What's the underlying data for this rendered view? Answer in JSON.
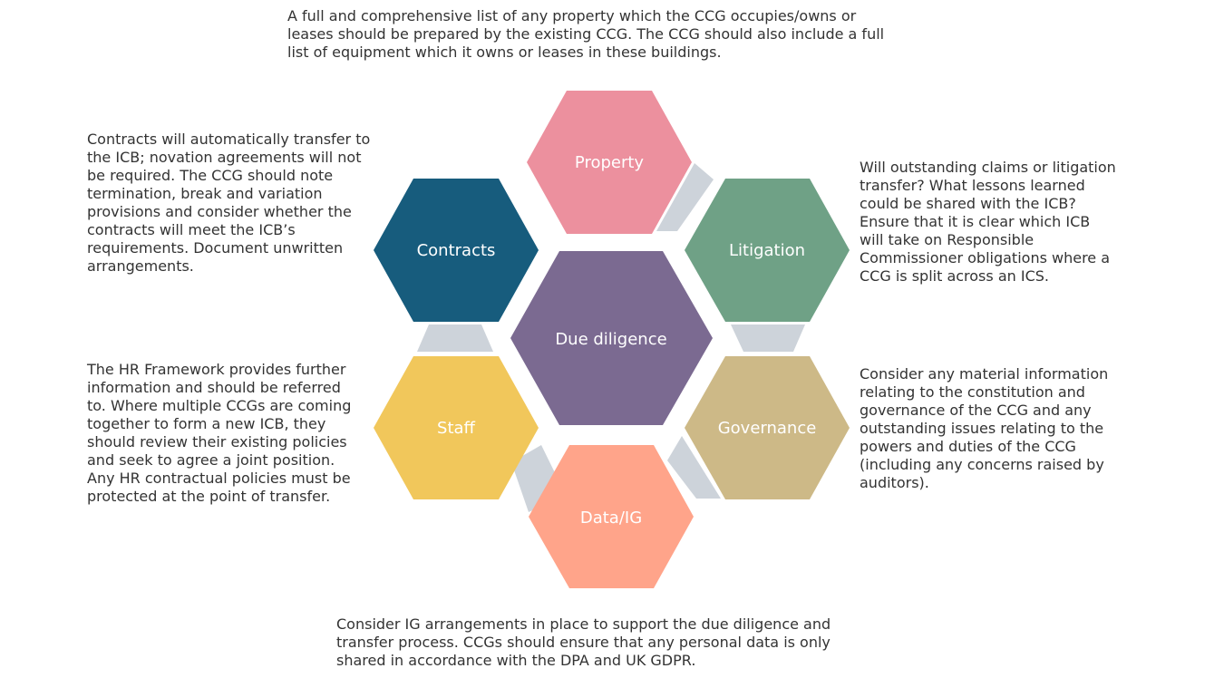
{
  "colors": {
    "center": "#7B6A91",
    "property": "#EC909E",
    "litigation": "#6FA186",
    "governance": "#CDB987",
    "dataig": "#FFA48A",
    "staff": "#F1C75B",
    "contracts": "#175C7D",
    "connector": "#CDD3DA"
  },
  "hexes": {
    "center": "Due diligence",
    "property": "Property",
    "litigation": "Litigation",
    "governance": "Governance",
    "dataig": "Data/IG",
    "staff": "Staff",
    "contracts": "Contracts"
  },
  "descriptions": {
    "property": "A full and comprehensive list of any property which the CCG occupies/owns or\nleases should be prepared by the existing CCG. The CCG should also include a full\nlist of equipment which it owns or leases in these buildings.",
    "contracts": "Contracts will automatically transfer to\nthe ICB; novation agreements will not\nbe required. The CCG should note\ntermination, break and variation\nprovisions and consider whether the\ncontracts will meet the ICB’s\nrequirements. Document unwritten\narrangements.",
    "litigation": "Will outstanding claims or litigation\ntransfer? What lessons learned\ncould be shared with the ICB?\nEnsure that it is clear which ICB\nwill take on Responsible\nCommissioner obligations where a\nCCG is split across an ICS.",
    "staff": "The HR Framework provides further\ninformation and should be referred\nto. Where multiple CCGs are coming\ntogether to form a new ICB, they\nshould review their existing policies\nand seek to agree a joint position.\nAny HR contractual policies must be\nprotected at the point of transfer.",
    "governance": "Consider any material information\nrelating to the constitution and\ngovernance of the CCG and any\noutstanding issues relating to the\npowers and duties of the CCG\n(including any concerns raised by\nauditors).",
    "dataig": "Consider IG arrangements in place to support the due diligence and\ntransfer process. CCGs should ensure that any personal data is only\nshared in accordance with the DPA and UK GDPR."
  }
}
